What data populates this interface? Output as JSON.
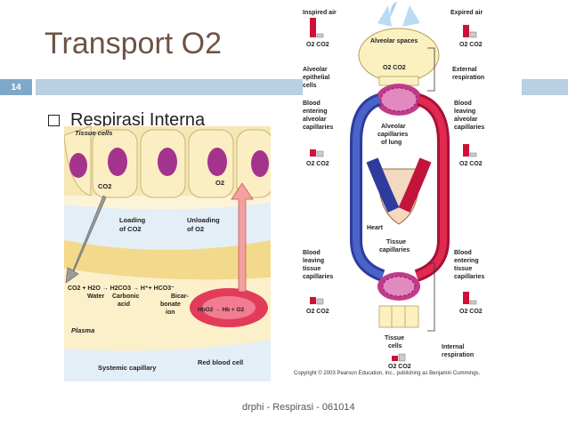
{
  "slide": {
    "number": "14",
    "title": "Transport O2",
    "bullet": "Respirasi Interna",
    "footer": "drphi - Respirasi - 061014"
  },
  "left_figure": {
    "tissue_cells": "Tissue cells",
    "co2": "CO2",
    "o2": "O2",
    "loading": "Loading",
    "of_co2": "of CO2",
    "unloading": "Unloading",
    "of_o2": "of O2",
    "equation": "CO2 + H2O → H2CO3 → H⁺+ HCO3⁻",
    "water": "Water",
    "carbonic": "Carbonic",
    "acid": "acid",
    "bicar": "Bicar-",
    "bonate": "bonate",
    "ion": "ion",
    "hb_equation": "HbO2 → Hb + O2",
    "plasma": "Plasma",
    "systemic_capillary": "Systemic capillary",
    "red_blood_cell": "Red blood cell"
  },
  "right_figure": {
    "inspired_air": "Inspired air",
    "expired_air": "Expired air",
    "alveolar_spaces": "Alveolar spaces",
    "alveolar_epithelial_1": "Alveolar",
    "alveolar_epithelial_2": "epithelial",
    "alveolar_epithelial_3": "cells",
    "external_1": "External",
    "external_2": "respiration",
    "blood_entering_alv_1": "Blood",
    "blood_entering_alv_2": "entering",
    "blood_entering_alv_3": "alveolar",
    "blood_entering_alv_4": "capillaries",
    "blood_leaving_alv_1": "Blood",
    "blood_leaving_alv_2": "leaving",
    "blood_leaving_alv_3": "alveolar",
    "blood_leaving_alv_4": "capillaries",
    "alveolar_cap_1": "Alveolar",
    "alveolar_cap_2": "capillaries",
    "alveolar_cap_3": "of lung",
    "heart": "Heart",
    "tissue_cap_1": "Tissue",
    "tissue_cap_2": "capillaries",
    "blood_leaving_tis_1": "Blood",
    "blood_leaving_tis_2": "leaving",
    "blood_leaving_tis_3": "tissue",
    "blood_leaving_tis_4": "capillaries",
    "blood_entering_tis_1": "Blood",
    "blood_entering_tis_2": "entering",
    "blood_entering_tis_3": "tissue",
    "blood_entering_tis_4": "capillaries",
    "tissue_cells_1": "Tissue",
    "tissue_cells_2": "cells",
    "internal_1": "Internal",
    "internal_2": "respiration",
    "o2co2": "O2 CO2",
    "copyright": "Copyright © 2003 Pearson Education, Inc., publishing as Benjamin Cummings."
  }
}
